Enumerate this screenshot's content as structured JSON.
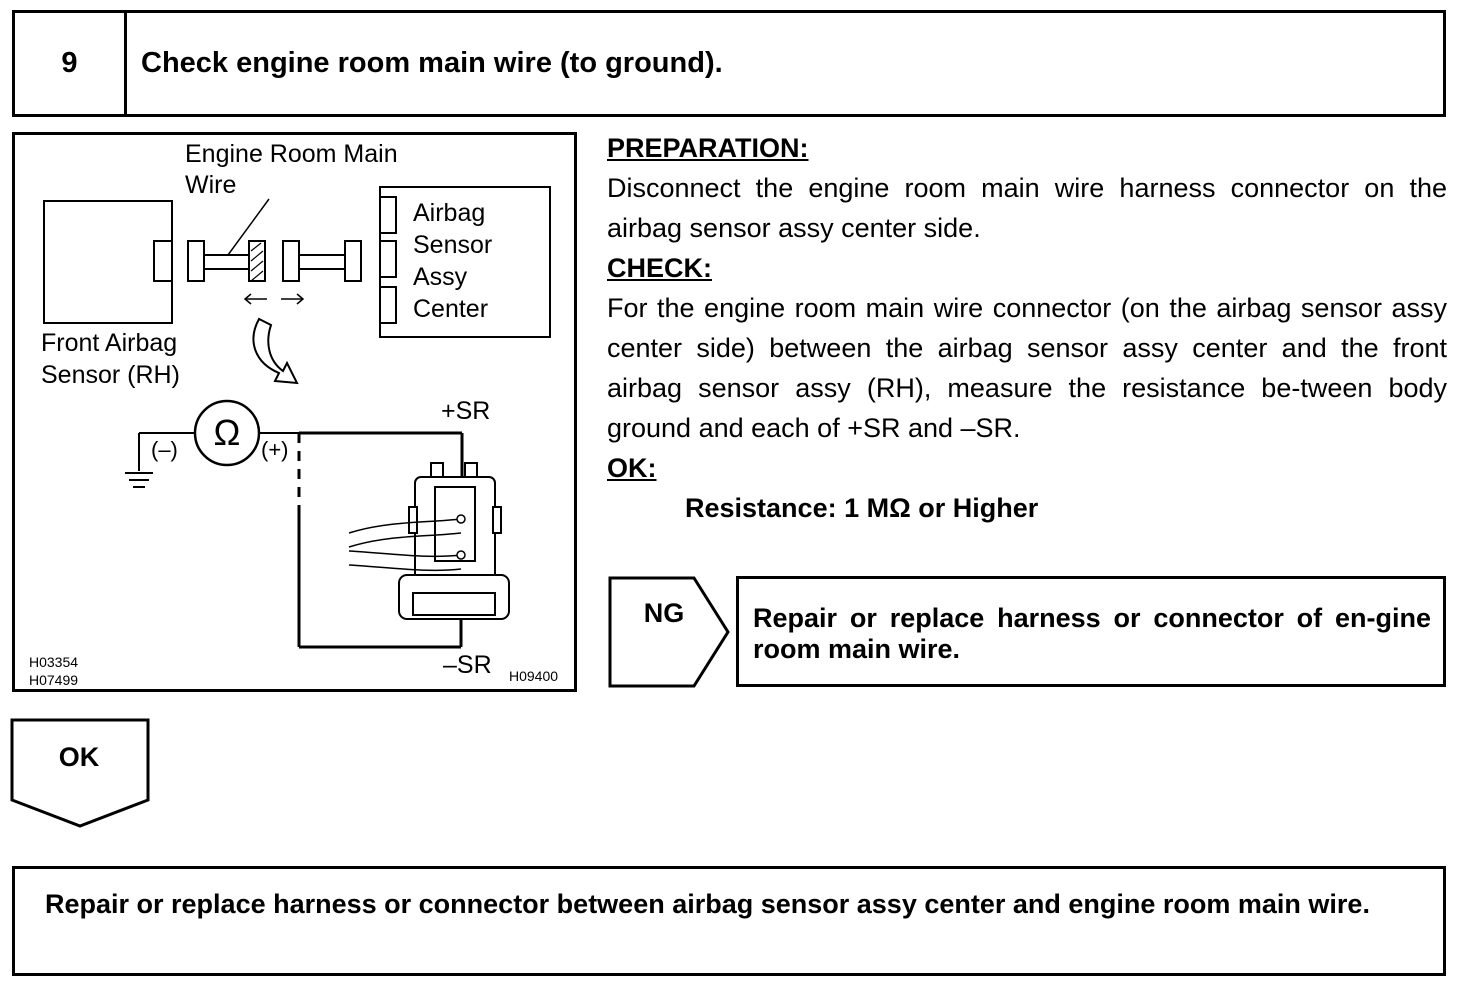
{
  "header": {
    "step_number": "9",
    "title": "Check engine room main wire (to ground)."
  },
  "diagram": {
    "label_wire": "Engine Room Main Wire",
    "label_wire_line1": "Engine Room Main",
    "label_wire_line2": "Wire",
    "label_front_sensor_line1": "Front Airbag",
    "label_front_sensor_line2": "Sensor (RH)",
    "label_center_line1": "Airbag",
    "label_center_line2": "Sensor",
    "label_center_line3": "Assy",
    "label_center_line4": "Center",
    "ohm_symbol": "Ω",
    "minus_probe": "(–)",
    "plus_probe": "(+)",
    "terminal_plus": "+SR",
    "terminal_minus": "–SR",
    "code_1": "H03354",
    "code_2": "H07499",
    "code_3": "H09400"
  },
  "instructions": {
    "preparation_heading": "PREPARATION:",
    "preparation_text": "Disconnect the engine room main wire harness connector on the airbag sensor assy center side.",
    "check_heading": "CHECK:",
    "check_text": "For the engine room main wire connector (on the airbag sensor assy center side) between the airbag sensor assy center and the front airbag sensor assy (RH), measure the resistance be-tween body ground and each of +SR and –SR.",
    "ok_heading": "OK:",
    "ok_spec": "Resistance: 1 MΩ or Higher"
  },
  "ng_branch": {
    "label": "NG",
    "action": "Repair or replace harness or connector of en-gine room main wire."
  },
  "ok_branch": {
    "label": "OK"
  },
  "final_action": "Repair or replace harness or connector between airbag sensor assy center and engine room main wire."
}
